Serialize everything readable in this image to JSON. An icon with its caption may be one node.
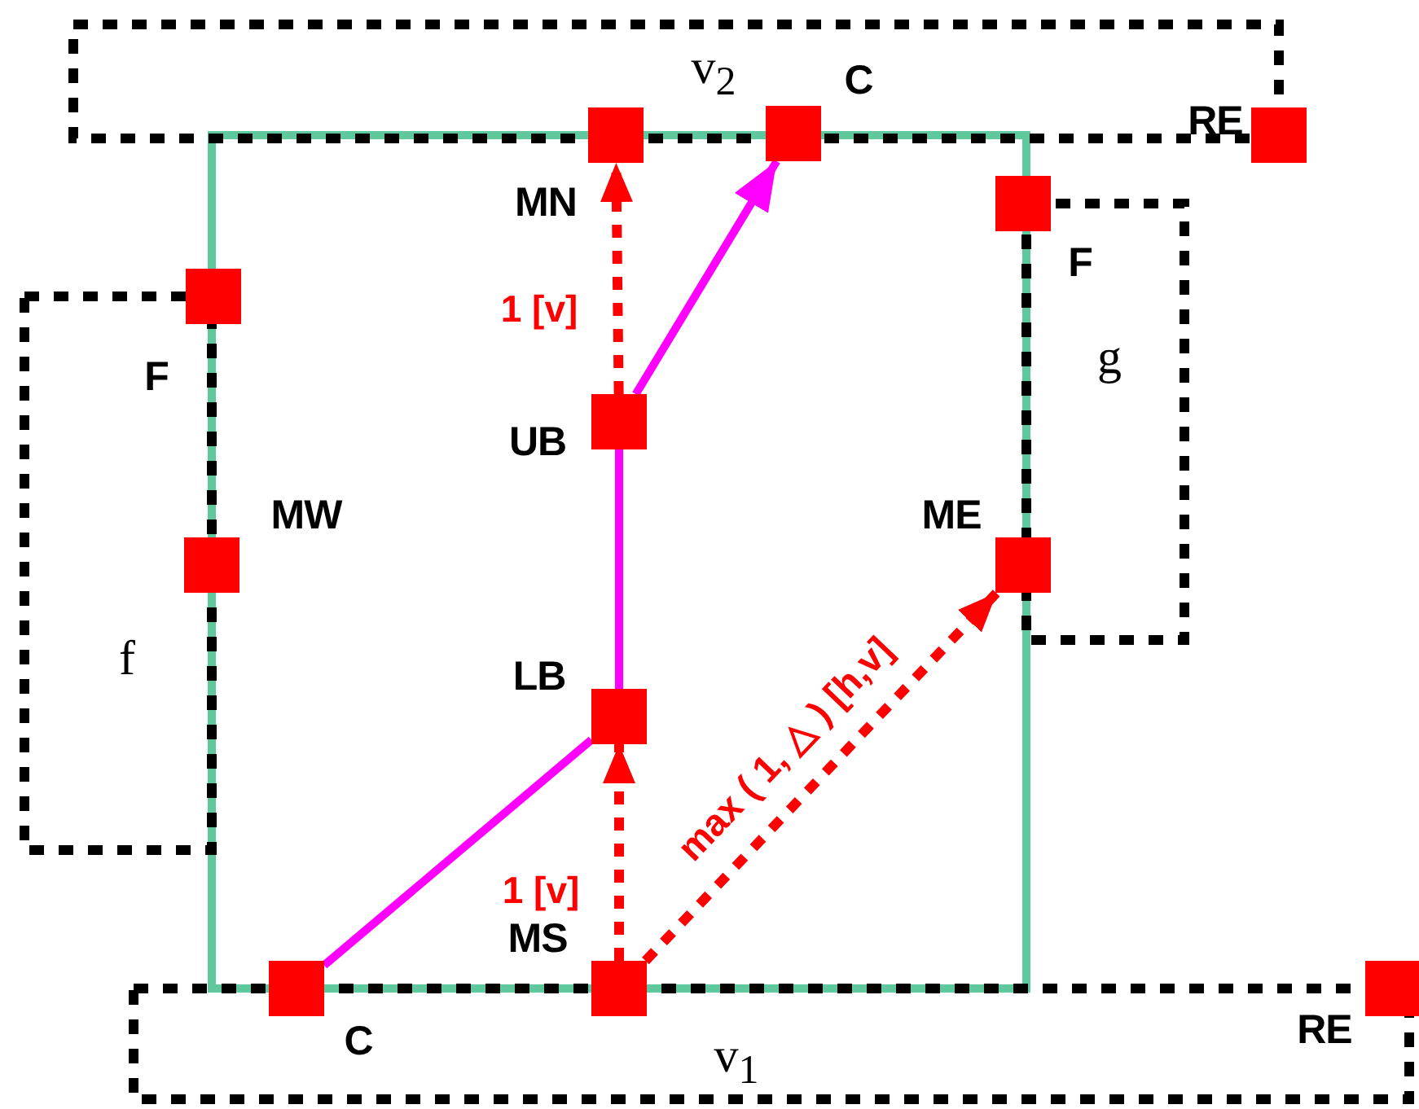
{
  "diagram": {
    "nodes": [
      {
        "text": [
          "v$_{2}$"
        ]
      },
      {
        "text": [],
        "shape": "box",
        "beside": [
          "MN"
        ]
      },
      {
        "text": [],
        "shape": "box"
      },
      {
        "text": [],
        "shape": "box",
        "beside": [
          "RE"
        ]
      },
      {
        "text": [],
        "shape": "box"
      },
      {
        "text": [
          "g"
        ]
      },
      {
        "text": [],
        "shape": "box"
      },
      {
        "text": [
          "f"
        ]
      },
      {
        "text": [],
        "shape": "box",
        "beside": [
          "UB"
        ]
      },
      {
        "text": [],
        "shape": "box",
        "beside": [
          "MW"
        ]
      },
      {
        "text": [],
        "shape": "box",
        "beside": [
          "ME"
        ]
      },
      {
        "text": [],
        "shape": "box",
        "beside": [
          "LB"
        ]
      },
      {
        "text": [],
        "shape": "box",
        "beside": [
          "C"
        ]
      },
      {
        "text": [],
        "shape": "box",
        "beside": [
          "MS"
        ]
      },
      {
        "text": [],
        "shape": "box",
        "beside": [
          "RE"
        ]
      },
      {
        "text": [
          "v$_{1}$"
        ]
      }
    ],
    "edges": [
      {
        "from": 8,
        "to": 1,
        "arrow": "to",
        "label": "1 [v]",
        "style": "dashed",
        "color": "#ff0000"
      },
      {
        "from": 8,
        "to": 2,
        "arrow": "to",
        "color": "#ff00ff"
      },
      {
        "from": 11,
        "to": 8,
        "arrow": "none",
        "color": "#ff00ff"
      },
      {
        "from": 12,
        "to": 11,
        "arrow": "none",
        "color": "#ff00ff"
      },
      {
        "from": 13,
        "to": 11,
        "arrow": "to",
        "label": "1 [v]",
        "style": "dashed",
        "color": "#ff0000"
      },
      {
        "from": 13,
        "to": 10,
        "arrow": "to",
        "label": "max ( 1, △ ) [h,v]",
        "style": "dashed",
        "color": "#ff0000"
      }
    ],
    "labels": [
      "C",
      "F",
      "F"
    ]
  }
}
